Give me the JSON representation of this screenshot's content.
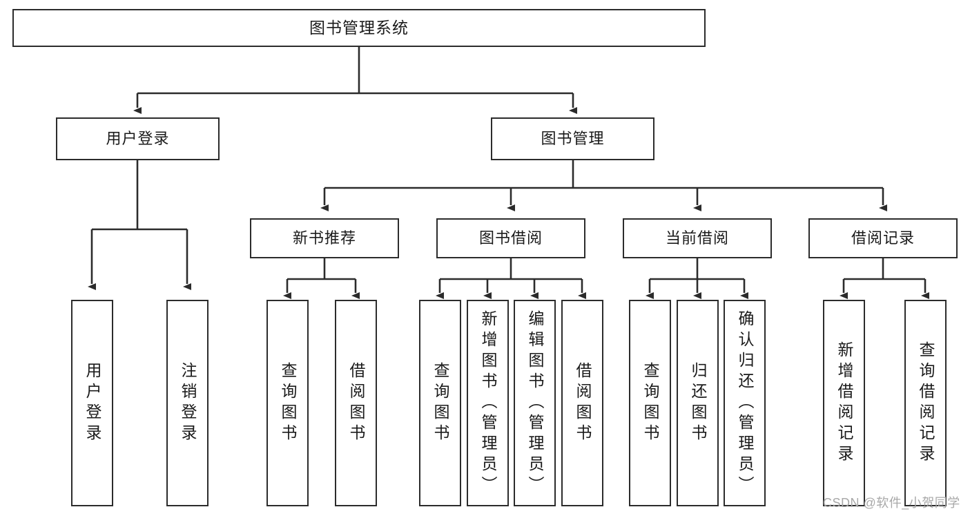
{
  "diagram": {
    "title": "图书管理系统",
    "root": {
      "id": "root",
      "label": "图书管理系统"
    },
    "level2": [
      {
        "id": "user-login",
        "label": "用户登录"
      },
      {
        "id": "book-manage",
        "label": "图书管理"
      }
    ],
    "level3": [
      {
        "id": "new-book-recommend",
        "label": "新书推荐",
        "parent": "book-manage"
      },
      {
        "id": "book-borrow",
        "label": "图书借阅",
        "parent": "book-manage"
      },
      {
        "id": "current-borrow",
        "label": "当前借阅",
        "parent": "book-manage"
      },
      {
        "id": "borrow-record",
        "label": "借阅记录",
        "parent": "book-manage"
      }
    ],
    "leaves": [
      {
        "id": "leaf-user-login",
        "label": "用户登录",
        "parent": "user-login"
      },
      {
        "id": "leaf-logout",
        "label": "注销登录",
        "parent": "user-login"
      },
      {
        "id": "leaf-query-book-1",
        "label": "查询图书",
        "parent": "new-book-recommend"
      },
      {
        "id": "leaf-borrow-book-1",
        "label": "借阅图书",
        "parent": "new-book-recommend"
      },
      {
        "id": "leaf-query-book-2",
        "label": "查询图书",
        "parent": "book-borrow"
      },
      {
        "id": "leaf-add-book",
        "label": "新增图书（管理员）",
        "parent": "book-borrow"
      },
      {
        "id": "leaf-edit-book",
        "label": "编辑图书（管理员）",
        "parent": "book-borrow"
      },
      {
        "id": "leaf-borrow-book-2",
        "label": "借阅图书",
        "parent": "book-borrow"
      },
      {
        "id": "leaf-query-book-3",
        "label": "查询图书",
        "parent": "current-borrow"
      },
      {
        "id": "leaf-return-book",
        "label": "归还图书",
        "parent": "current-borrow"
      },
      {
        "id": "leaf-confirm-return",
        "label": "确认归还（管理员）",
        "parent": "current-borrow"
      },
      {
        "id": "leaf-add-record",
        "label": "新增借阅记录",
        "parent": "borrow-record"
      },
      {
        "id": "leaf-query-record",
        "label": "查询借阅记录",
        "parent": "borrow-record"
      }
    ]
  },
  "watermark": {
    "text": "CSDN @软件_小贺同学"
  },
  "colors": {
    "stroke": "#2b2b2b",
    "background": "#ffffff",
    "text": "#1a1a1a",
    "watermark": "#a8a8a8"
  }
}
